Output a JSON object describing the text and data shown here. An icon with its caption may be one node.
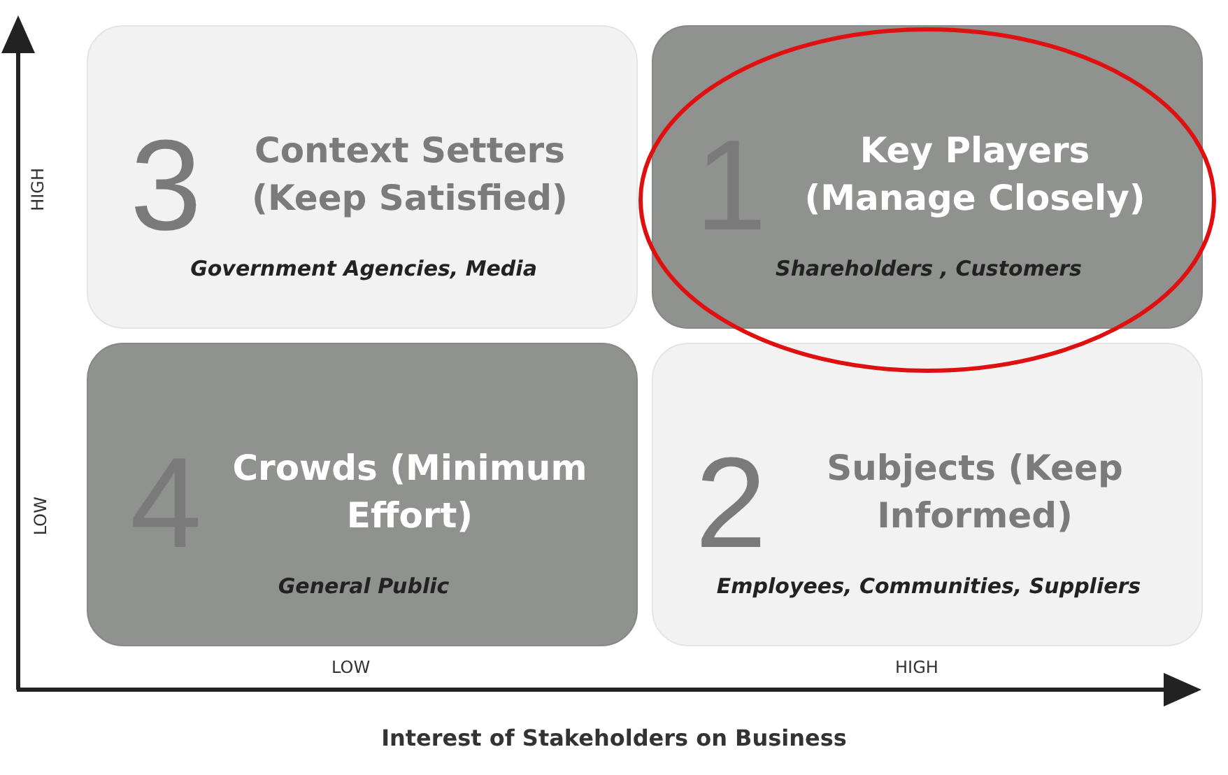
{
  "diagram": {
    "nodes": [
      {
        "text": [
          "3",
          "Context Setters (Keep Satisfied)",
          "Government Agencies, Media"
        ]
      },
      {
        "text": [
          "1",
          "Key Players (Manage Closely)",
          "Shareholders , Customers"
        ]
      },
      {
        "text": [
          "4",
          "Crowds (Minimum Effort)",
          "General Public"
        ]
      },
      {
        "text": [
          "2",
          "Subjects (Keep Informed)",
          "Employees, Communities, Suppliers"
        ]
      }
    ],
    "edges": [],
    "labels": [
      "HIGH",
      "LOW",
      "LOW",
      "HIGH",
      "Interest of Stakeholders on Business"
    ]
  }
}
